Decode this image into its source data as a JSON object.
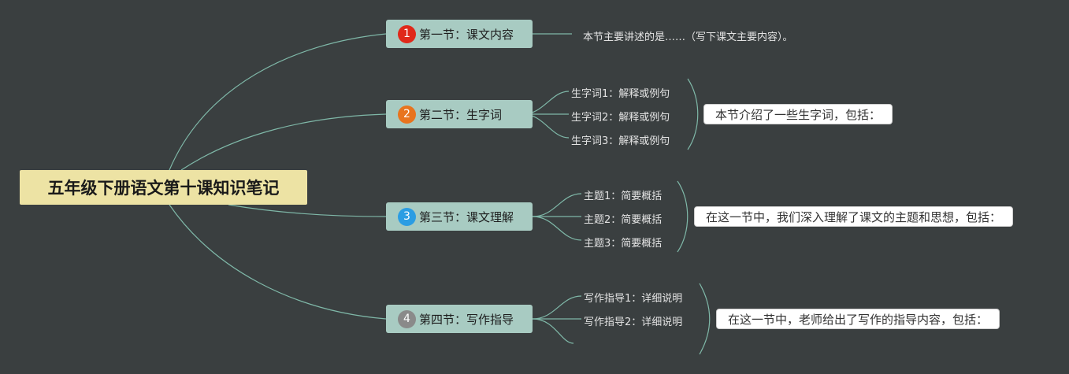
{
  "root": {
    "label": "五年级下册语文第十课知识笔记"
  },
  "colors": {
    "background": "#3a3f40",
    "connector": "#7fb8a8",
    "root_fill": "#ede3a4",
    "topic_fill": "#a8cbc2"
  },
  "topics": [
    {
      "marker": "1",
      "marker_color": "#e0291a",
      "label": "第一节：课文内容",
      "note": "本节主要讲述的是……（写下课文主要内容）。"
    },
    {
      "marker": "2",
      "marker_color": "#e8741e",
      "label": "第二节：生字词",
      "children": [
        "生字词1：解释或例句",
        "生字词2：解释或例句",
        "生字词3：解释或例句"
      ],
      "summary": "本节介绍了一些生字词，包括："
    },
    {
      "marker": "3",
      "marker_color": "#2b9de3",
      "label": "第三节：课文理解",
      "children": [
        "主题1：简要概括",
        "主题2：简要概括",
        "主题3：简要概括"
      ],
      "summary": "在这一节中，我们深入理解了课文的主题和思想，包括："
    },
    {
      "marker": "4",
      "marker_color": "#8a8a8a",
      "label": "第四节：写作指导",
      "children": [
        "写作指导1：详细说明",
        "写作指导2：详细说明"
      ],
      "summary": "在这一节中，老师给出了写作的指导内容，包括："
    }
  ]
}
